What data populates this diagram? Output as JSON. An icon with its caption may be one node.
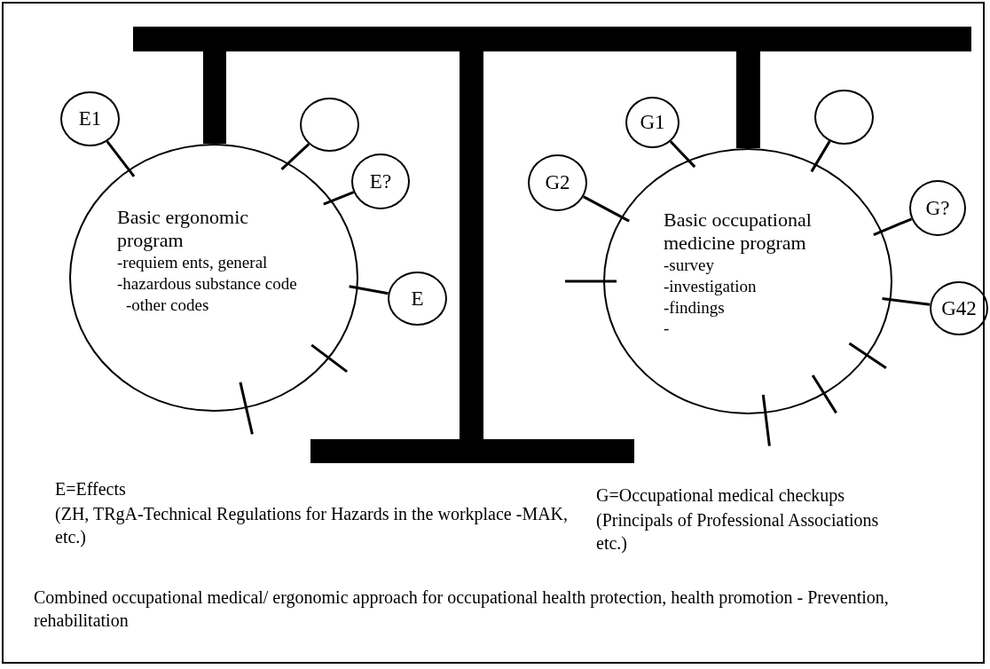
{
  "diagram": {
    "nodes": [
      {
        "text": [
          "Basic ergonomic program",
          "-requiem ents, general",
          "-hazardous substance code",
          "-other codes"
        ]
      },
      {
        "text": [
          "E1"
        ]
      },
      {
        "text": [],
        "shape": "circle"
      },
      {
        "text": [
          "E?"
        ]
      },
      {
        "text": [
          "E"
        ]
      },
      {
        "text": [
          "Basic occupational medicine program",
          "-survey",
          "-investigation",
          "-findings",
          "-"
        ]
      },
      {
        "text": [
          "G1"
        ]
      },
      {
        "text": [],
        "shape": "circle"
      },
      {
        "text": [
          "G2"
        ]
      },
      {
        "text": [
          "G?"
        ]
      },
      {
        "text": [
          "G42"
        ]
      }
    ],
    "edges": [
      {
        "from": 1,
        "to": 0,
        "arrow": "none"
      },
      {
        "from": 2,
        "to": 0,
        "arrow": "none"
      },
      {
        "from": 3,
        "to": 0,
        "arrow": "none"
      },
      {
        "from": 4,
        "to": 0,
        "arrow": "none"
      },
      {
        "from": null,
        "to": 0,
        "arrow": "none"
      },
      {
        "from": null,
        "to": 0,
        "arrow": "none"
      },
      {
        "from": 6,
        "to": 5,
        "arrow": "none"
      },
      {
        "from": 7,
        "to": 5,
        "arrow": "none"
      },
      {
        "from": 8,
        "to": 5,
        "arrow": "none"
      },
      {
        "from": 9,
        "to": 5,
        "arrow": "none"
      },
      {
        "from": 10,
        "to": 5,
        "arrow": "none"
      },
      {
        "from": null,
        "to": 5,
        "arrow": "none"
      },
      {
        "from": null,
        "to": 5,
        "arrow": "none"
      },
      {
        "from": null,
        "to": 5,
        "arrow": "none"
      },
      {
        "from": null,
        "to": 5,
        "arrow": "none"
      }
    ],
    "labels": [
      "E=Effects",
      "(ZH, TRgA-Technical Regulations for Hazards in the workplace -MAK, etc.)",
      "G=Occupational medical checkups",
      "(Principals of Professional Associations etc.)",
      "Combined occupational medical/ ergonomic approach for occupational health protection, health promotion - Prevention, rehabilitation"
    ]
  }
}
